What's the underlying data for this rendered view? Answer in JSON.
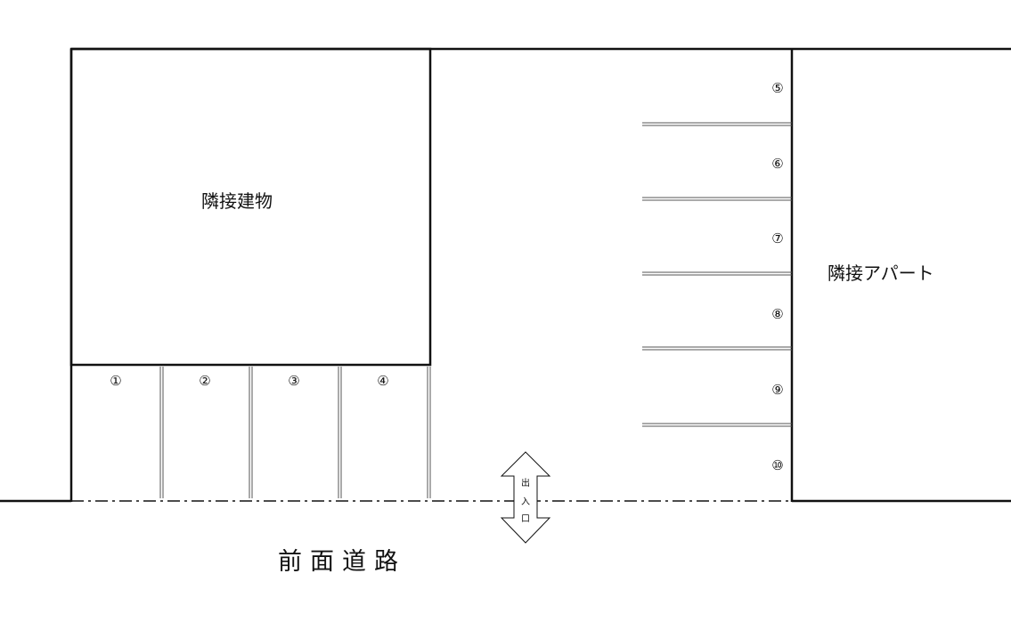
{
  "labels": {
    "adjacent_building": "隣接建物",
    "adjacent_apartment": "隣接アパート",
    "front_road": "前面道路",
    "entrance": [
      "出",
      "入",
      "口"
    ]
  },
  "spaces": [
    "①",
    "②",
    "③",
    "④",
    "⑤",
    "⑥",
    "⑦",
    "⑧",
    "⑨",
    "⑩"
  ]
}
